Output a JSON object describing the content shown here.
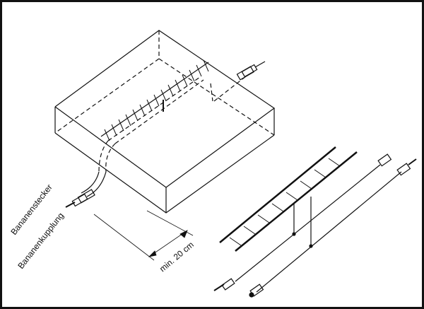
{
  "diagram": {
    "labels": {
      "banana_plug": "Bananenstecker",
      "banana_coupling": "Bananenkupplung",
      "min_distance": "min. 20 cm"
    },
    "parts": [
      {
        "id": "concrete-block",
        "description": "Isometric block with embedded reinforcement mesh (dashed hidden lines)"
      },
      {
        "id": "reinforcement-ladder",
        "description": "Ladder-type reinforcement strip with two connected wires"
      },
      {
        "id": "cable-with-plugs",
        "description": "Two cables ending in banana plug and banana coupling"
      }
    ],
    "colors": {
      "line": "#111111",
      "background": "#ffffff"
    }
  }
}
